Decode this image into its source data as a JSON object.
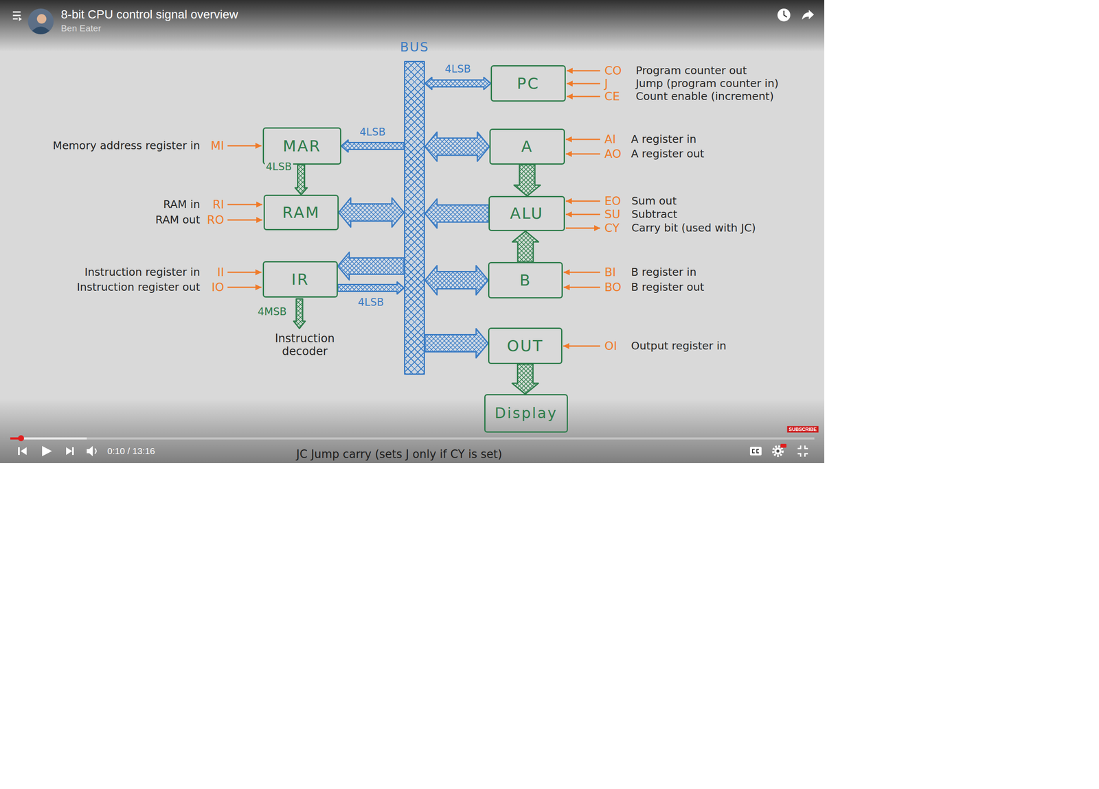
{
  "diagram": {
    "title": "8-bit CPU control signal overview",
    "nodes": [
      {
        "text": [
          "BUS"
        ]
      },
      {
        "text": [
          "PC"
        ]
      },
      {
        "text": [
          "MAR"
        ]
      },
      {
        "text": [
          "A"
        ]
      },
      {
        "text": [
          "RAM"
        ]
      },
      {
        "text": [
          "ALU"
        ]
      },
      {
        "text": [
          "IR"
        ]
      },
      {
        "text": [
          "B"
        ]
      },
      {
        "text": [
          "OUT"
        ]
      },
      {
        "text": [
          "Display"
        ]
      }
    ],
    "edges": [
      {
        "from": 0,
        "to": 1,
        "arrow": "both",
        "label": "4LSB"
      },
      {
        "from": 0,
        "to": 2,
        "arrow": "to",
        "label": "4LSB"
      },
      {
        "from": 2,
        "to": 4,
        "arrow": "to",
        "label": "4LSB"
      },
      {
        "from": 0,
        "to": 3,
        "arrow": "both"
      },
      {
        "from": 3,
        "to": 5,
        "arrow": "to"
      },
      {
        "from": 0,
        "to": 4,
        "arrow": "both"
      },
      {
        "from": 5,
        "to": 0,
        "arrow": "to"
      },
      {
        "from": 0,
        "to": 6,
        "arrow": "to"
      },
      {
        "from": 6,
        "to": 0,
        "arrow": "to",
        "label": "4LSB"
      },
      {
        "from": 7,
        "to": 5,
        "arrow": "to"
      },
      {
        "from": 0,
        "to": 7,
        "arrow": "both"
      },
      {
        "from": 0,
        "to": 8,
        "arrow": "to"
      },
      {
        "from": 8,
        "to": 9,
        "arrow": "to"
      }
    ],
    "labels": [
      "Ben Eater",
      "CO",
      "Program counter out",
      "J",
      "Jump (program counter in)",
      "CE",
      "Count enable (increment)",
      "AI",
      "A register in",
      "AO",
      "A register out",
      "EO",
      "Sum out",
      "SU",
      "Subtract",
      "CY",
      "Carry bit (used with JC)",
      "BI",
      "B register in",
      "BO",
      "B register out",
      "OI",
      "Output register in",
      "Memory address register in",
      "MI",
      "RAM in",
      "RI",
      "RAM out",
      "RO",
      "Instruction register in",
      "II",
      "Instruction register out",
      "IO",
      "4MSB",
      "Instruction decoder",
      "JC Jump carry (sets J only if CY is set)",
      "0:10 / 13:16",
      "SUBSCRIBE"
    ]
  }
}
